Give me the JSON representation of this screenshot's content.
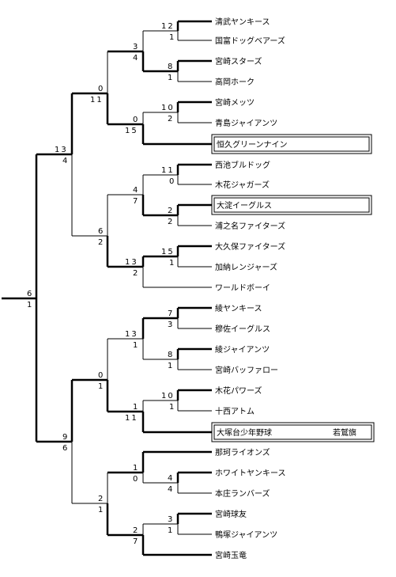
{
  "teams": [
    "清武ヤンキース",
    "国富ドッグベアーズ",
    "宮崎スターズ",
    "高岡ホーク",
    "宮崎メッツ",
    "青島ジャイアンツ",
    "恒久グリーンナイン",
    "西池ブルドッグ",
    "木花ジャガーズ",
    "大淀イーグルス",
    "浦之名ファイターズ",
    "大久保ファイターズ",
    "加納レンジャーズ",
    "ワールドボーイ",
    "綾ヤンキース",
    "穆佐イーグルス",
    "綾ジャイアンツ",
    "宮崎バッファロー",
    "木花パワーズ",
    "十西アトム",
    "大塚台少年野球",
    "那珂ライオンズ",
    "ホワイトヤンキース",
    "本庄ランバーズ",
    "宮崎球友",
    "鴨塚ジャイアンツ",
    "宮崎玉竜"
  ],
  "award": "若鷲旗",
  "scores": [
    [
      "12",
      "1"
    ],
    [
      "8",
      "1"
    ],
    [
      "3",
      "4"
    ],
    [
      "10",
      "2"
    ],
    [
      "0",
      "15"
    ],
    [
      "0",
      "11"
    ],
    [
      "11",
      "0"
    ],
    [
      "2",
      "2"
    ],
    [
      "4",
      "7"
    ],
    [
      "15",
      "1"
    ],
    [
      "13",
      "2"
    ],
    [
      "6",
      "2"
    ],
    [
      "13",
      "4"
    ],
    [
      "7",
      "3"
    ],
    [
      "8",
      "1"
    ],
    [
      "13",
      "1"
    ],
    [
      "10",
      "1"
    ],
    [
      "1",
      "11"
    ],
    [
      "0",
      "1"
    ],
    [
      "4",
      "4"
    ],
    [
      "1",
      "0"
    ],
    [
      "3",
      "1"
    ],
    [
      "2",
      "7"
    ],
    [
      "2",
      "1"
    ],
    [
      "9",
      "6"
    ],
    [
      "6",
      "1"
    ]
  ]
}
